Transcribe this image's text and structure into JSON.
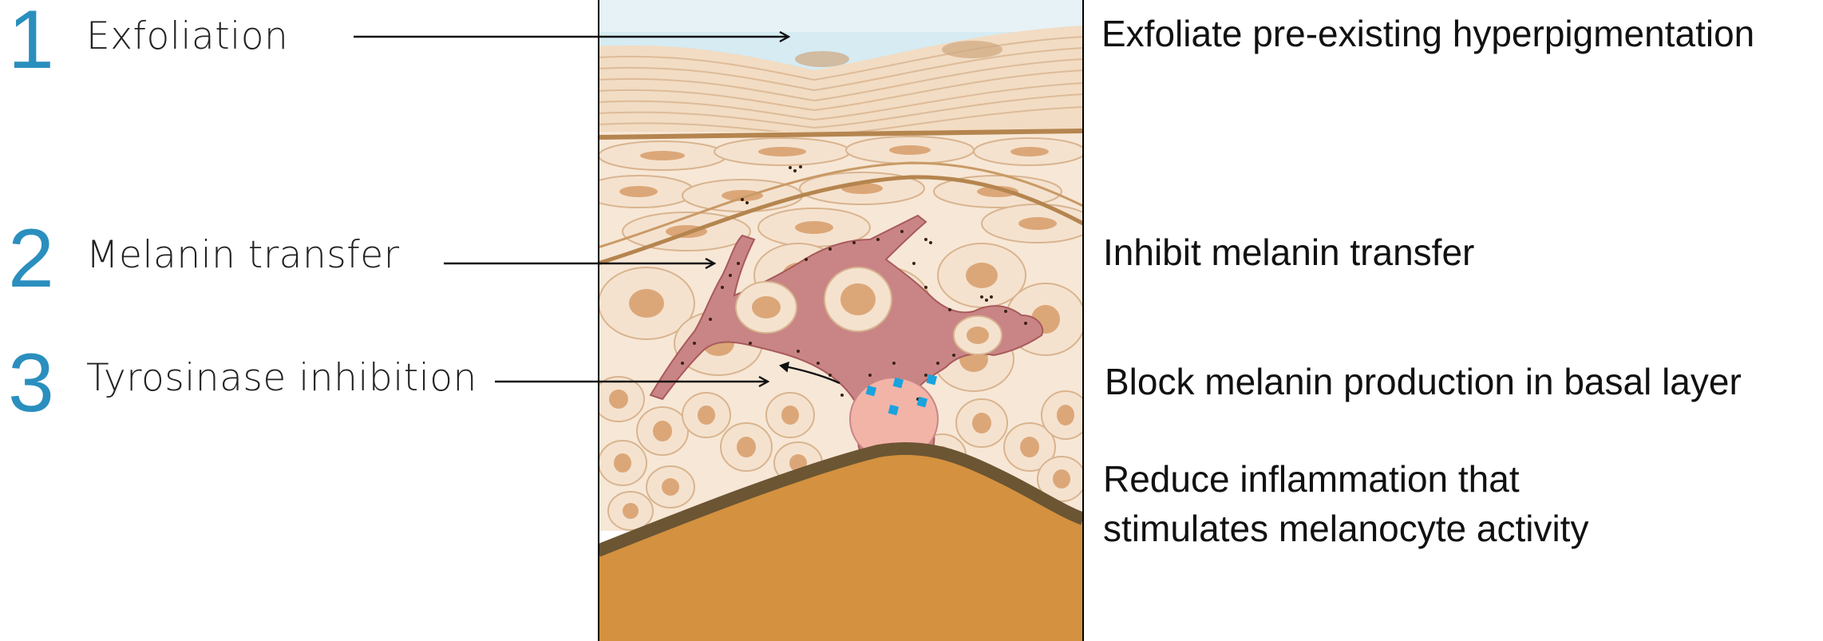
{
  "steps": [
    {
      "number": "1",
      "label": "Exfoliation"
    },
    {
      "number": "2",
      "label": "Melanin transfer"
    },
    {
      "number": "3",
      "label": "Tyrosinase inhibition"
    }
  ],
  "effects": [
    "Exfoliate pre-existing hyperpigmentation",
    "Inhibit melanin transfer",
    "Block melanin production in basal layer",
    "Reduce inflammation that",
    "stimulates melanocyte activity"
  ],
  "colors": {
    "accent_number": "#2a8fbe",
    "melanocyte": "#c96e6e",
    "dermis": "#d4913f",
    "basement_membrane": "#6b5533",
    "sky": "#d6ebf2",
    "cell": "#f4e2cf",
    "nucleus": "#dca778",
    "inhibitor": "#1aa3dd"
  }
}
